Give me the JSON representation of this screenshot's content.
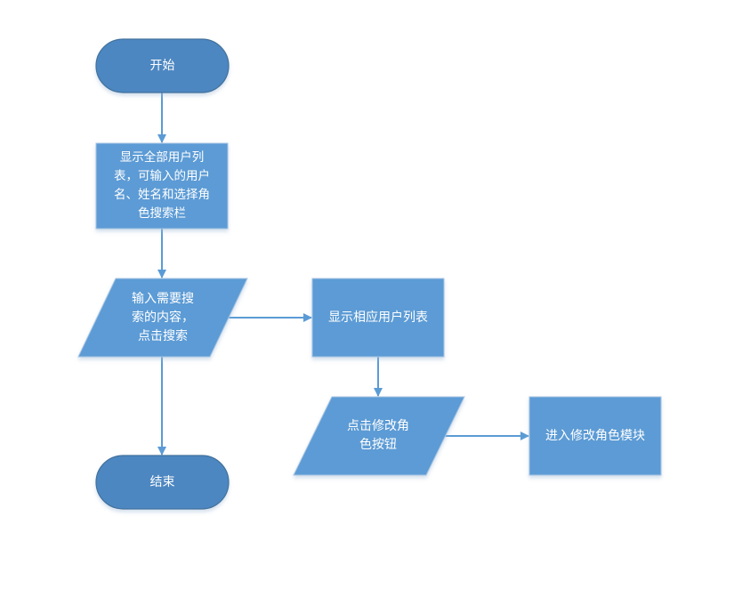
{
  "colors": {
    "terminator_fill": "#4d87c1",
    "terminator_stroke": "#41719c",
    "process_fill": "#5b9bd5",
    "connector": "#5b9bd5",
    "text": "#ffffff"
  },
  "nodes": {
    "start": {
      "type": "terminator",
      "text": "开始"
    },
    "show_all_users": {
      "type": "process",
      "text": "显示全部用户列\n表，可输入的用户\n名、姓名和选择角\n色搜索栏"
    },
    "input_search": {
      "type": "input-output",
      "text": "输入需要搜\n索的内容，\n点击搜索"
    },
    "show_matching_users": {
      "type": "process",
      "text": "显示相应用户列表"
    },
    "click_modify_role": {
      "type": "input-output",
      "text": "点击修改角\n色按钮"
    },
    "enter_modify_role_module": {
      "type": "process",
      "text": "进入修改角色模块"
    },
    "end": {
      "type": "terminator",
      "text": "结束"
    }
  },
  "edges": [
    {
      "from": "start",
      "to": "show_all_users"
    },
    {
      "from": "show_all_users",
      "to": "input_search"
    },
    {
      "from": "input_search",
      "to": "show_matching_users"
    },
    {
      "from": "input_search",
      "to": "end"
    },
    {
      "from": "show_matching_users",
      "to": "click_modify_role"
    },
    {
      "from": "click_modify_role",
      "to": "enter_modify_role_module"
    }
  ]
}
